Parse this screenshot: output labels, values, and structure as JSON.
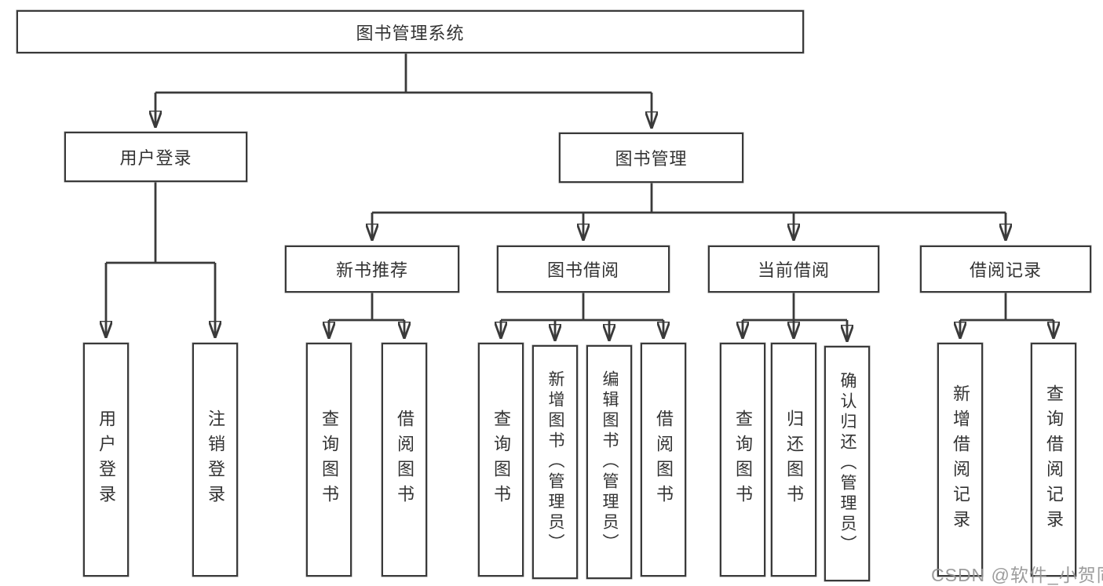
{
  "diagram": {
    "title": "图书管理系统",
    "root": "图书管理系统",
    "level2": {
      "user_login": "用户登录",
      "book_management": "图书管理"
    },
    "level3": {
      "new_book_recommend": "新书推荐",
      "book_borrowing": "图书借阅",
      "current_borrowing": "当前借阅",
      "borrowing_records": "借阅记录"
    },
    "leaves": {
      "user_login": [
        "用户登录",
        "注销登录"
      ],
      "new_book_recommend": [
        "查询图书",
        "借阅图书"
      ],
      "book_borrowing": [
        "查询图书",
        "新增图书（管理员）",
        "编辑图书（管理员）",
        "借阅图书"
      ],
      "current_borrowing": [
        "查询图书",
        "归还图书",
        "确认归还（管理员）"
      ],
      "borrowing_records": [
        "新增借阅记录",
        "查询借阅记录"
      ]
    }
  },
  "watermark": "CSDN @软件_小贺同学",
  "colors": {
    "line": "#3a3a3a",
    "box_border": "#3a3a3a",
    "text": "#333333",
    "watermark": "#949494",
    "background": "#ffffff"
  }
}
